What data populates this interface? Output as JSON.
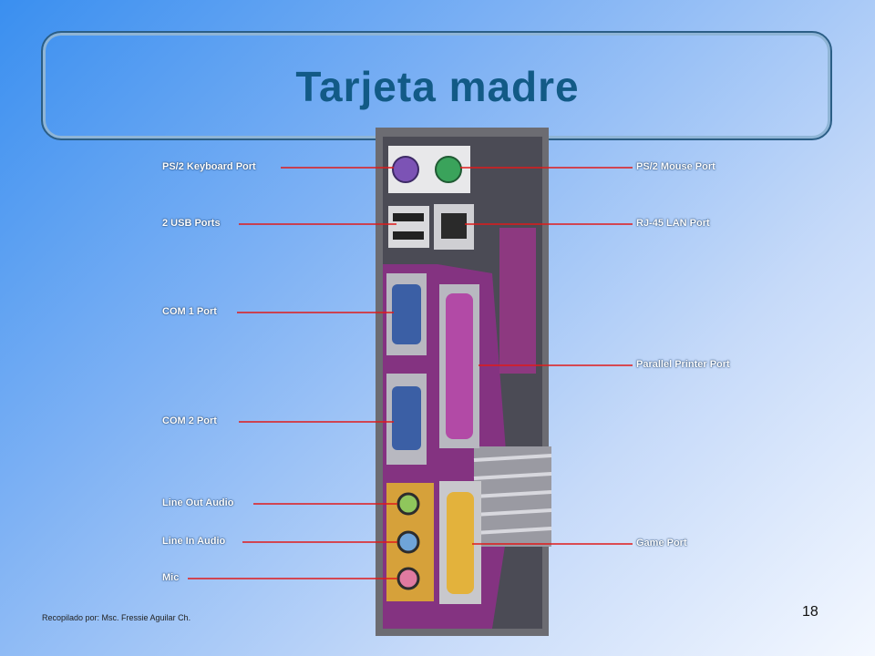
{
  "title": "Tarjeta madre",
  "labels": {
    "ps2_keyboard": "PS/2 Keyboard Port",
    "usb": "2 USB Ports",
    "com1": "COM 1 Port",
    "com2": "COM 2 Port",
    "line_out": "Line Out Audio",
    "line_in": "Line In Audio",
    "mic": "Mic",
    "ps2_mouse": "PS/2 Mouse Port",
    "rj45": "RJ-45 LAN Port",
    "parallel": "Parallel Printer Port",
    "game": "Game Port"
  },
  "footer": "Recopilado por: Msc. Fressie Aguilar Ch.",
  "page_number": "18",
  "colors": {
    "title": "#125a86",
    "leader_line": "#e01b1b",
    "port_panel": "#8e2f8a"
  }
}
